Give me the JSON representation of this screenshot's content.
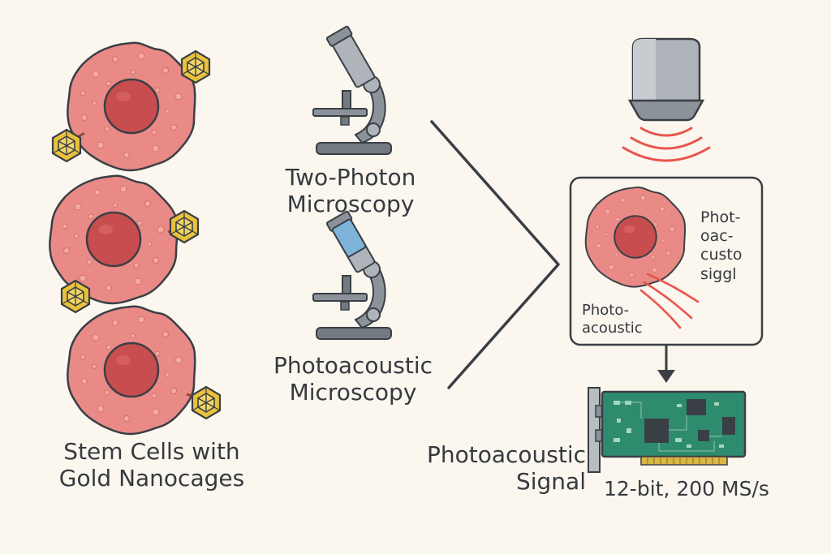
{
  "labels": {
    "stem_cells": "Stem Cells with\nGold Nanocages",
    "two_photon": "Two-Photon\nMicroscopy",
    "photoacoustic_microscopy": "Photoacoustic\nMicroscopy",
    "photoacoustic_signal": "Photoacoustic\nSignal",
    "digitizer_spec": "12-bit, 200 MS/s",
    "inset_signal_text": "Phot-\noac-\ncusto\nsiggl",
    "inset_photoacoustic": "Photo-\nacoustic"
  },
  "icons": {
    "cell": "stem-cell-icon",
    "nanocage": "gold-nanocage-icon",
    "microscope": "microscope-icon",
    "transducer": "ultrasound-transducer-icon",
    "waves": "acoustic-wave-icon",
    "digitizer": "digitizer-card-icon"
  },
  "colors": {
    "background": "#fbf6ee",
    "cell_body": "#e98a86",
    "cell_nucleus": "#c84d4e",
    "nanocage": "#e9c23c",
    "waves": "#e8554c",
    "board": "#2f8b6e",
    "outline": "#3a3f45"
  }
}
